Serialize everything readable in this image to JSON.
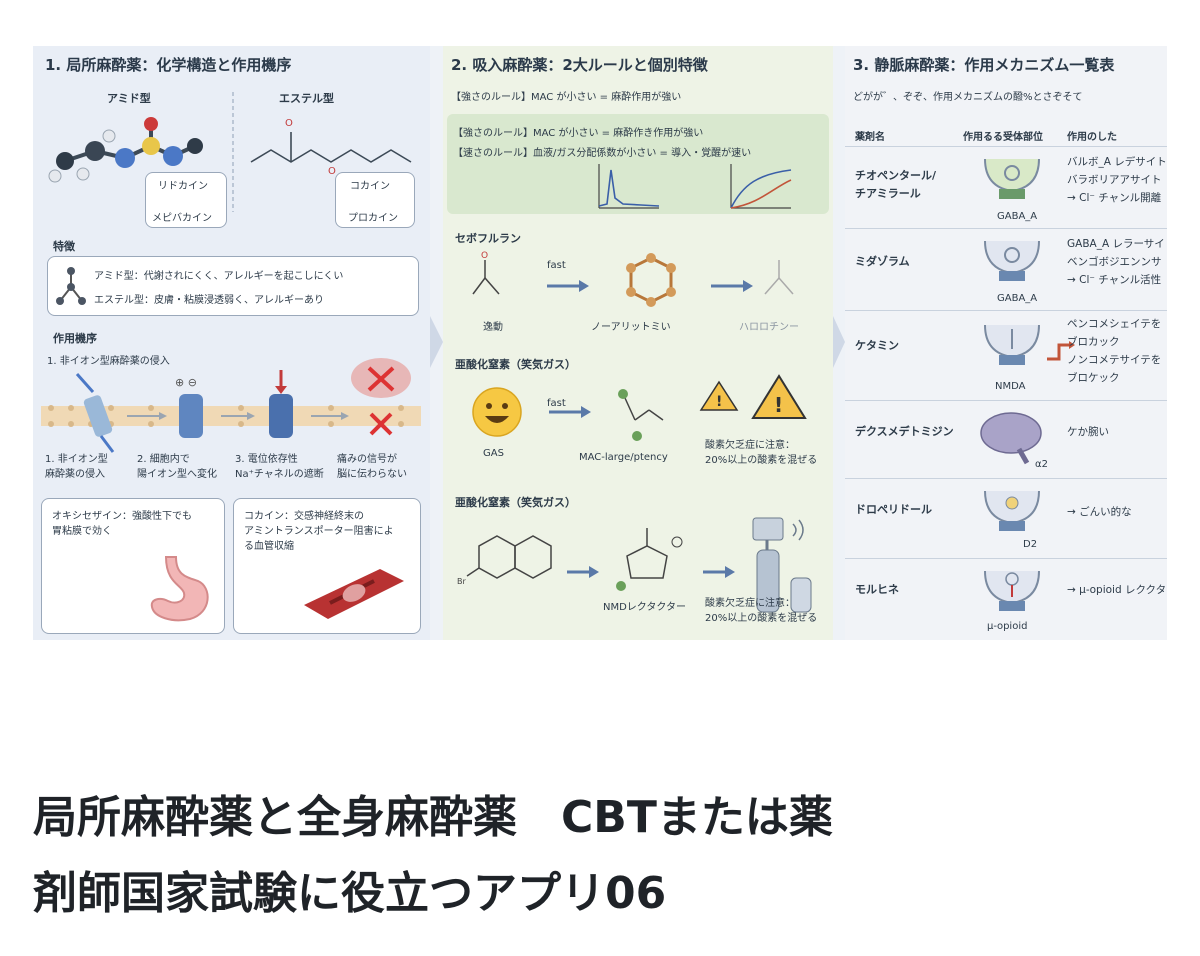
{
  "panel1": {
    "title": "1. 局所麻酔薬：化学構造と作用機序",
    "amide_label": "アミド型",
    "ester_label": "エステル型",
    "amide_drugs": [
      "リドカイン",
      "メピバカイン"
    ],
    "ester_drugs": [
      "コカイン",
      "プロカイン"
    ],
    "features_title": "特徴",
    "features": [
      "アミド型：代謝されにくく、アレルギーを起こしにくい",
      "エステル型：皮膚・粘膜浸透弱く、アレルギーあり"
    ],
    "mechanism_title": "作用機序",
    "mechanism_top": "1. 非イオン型麻酔薬の侵入",
    "steps": [
      "1. 非イオン型\n麻酔薬の侵入",
      "2. 細胞内で\n陽イオン型へ変化",
      "3. 電位依存性\nNa⁺チャネルの遮断",
      "痛みの信号が\n脳に伝わらない"
    ],
    "note_left": "オキシセザイン：強酸性下でも\n胃粘膜で効く",
    "note_right": "コカイン：交感神経終末の\nアミントランスポーター阻害によ\nる血管収縮"
  },
  "panel2": {
    "title": "2. 吸入麻酔薬：2大ルールと個別特徴",
    "rule_top": "【強さのルール】MAC が小さい = 麻酔作用が強い",
    "rule_box_1": "【強さのルール】MAC が小さい = 麻酔作き作用が強い",
    "rule_box_2": "【速さのルール】血液/ガス分配係数が小さい = 導入・覚醒が速い",
    "sec1_title": "セボフルラン",
    "sec1_labels": [
      "逸動",
      "ノーアリットミい",
      "ハロロチンー"
    ],
    "sec1_fast": "fast",
    "sec2_title": "亜酸化窒素（笑気ガス）",
    "sec2_labels": [
      "GAS",
      "MAC-large/ptency"
    ],
    "sec2_fast": "fast",
    "sec2_warning": "酸素欠乏症に注意：\n20%以上の酸素を混ぜる",
    "sec3_title": "亜酸化窒素（笑気ガス）",
    "sec3_label": "NMDレクタクター",
    "sec3_warning": "酸素欠乏症に注意：\n20%以上の酸素を混ぜる"
  },
  "panel3": {
    "title": "3. 静脈麻酔薬：作用メカニズム一覧表",
    "subtitle": "どがが゛、ぞぞ、作用メカニズムの醱%とさぞそて",
    "headers": [
      "薬剤名",
      "作用るる受体部位",
      "作用のした"
    ],
    "rows": [
      {
        "name": "チオペンタール/\nチアミラール",
        "receptor": "GABA_A",
        "effect": "バルボ_A レデサイト\nバラボリアアサイト\n→ Cl⁻ チャンル開離"
      },
      {
        "name": "ミダゾラム",
        "receptor": "GABA_A",
        "effect": "GABA_A レラーサイ\nベンゴボジエンンサ\n→ Cl⁻ チャンル活性"
      },
      {
        "name": "ケタミン",
        "receptor": "NMDA",
        "effect": "ペンコメシェイテを\nブロカック\nノンコメテサイテを\nブロケック"
      },
      {
        "name": "デクスメデトミジン",
        "receptor": "α2",
        "effect": "ケか腕い"
      },
      {
        "name": "ドロペリドール",
        "receptor": "D2",
        "effect": "→ ごんい的な"
      },
      {
        "name": "モルヒネ",
        "receptor": "μ-opioid",
        "effect": "→ μ-opioid レククター"
      }
    ]
  },
  "caption": {
    "line1": "局所麻酔薬と全身麻酔薬　CBTまたは薬",
    "line2": "剤師国家試験に役立つアプリ06"
  }
}
